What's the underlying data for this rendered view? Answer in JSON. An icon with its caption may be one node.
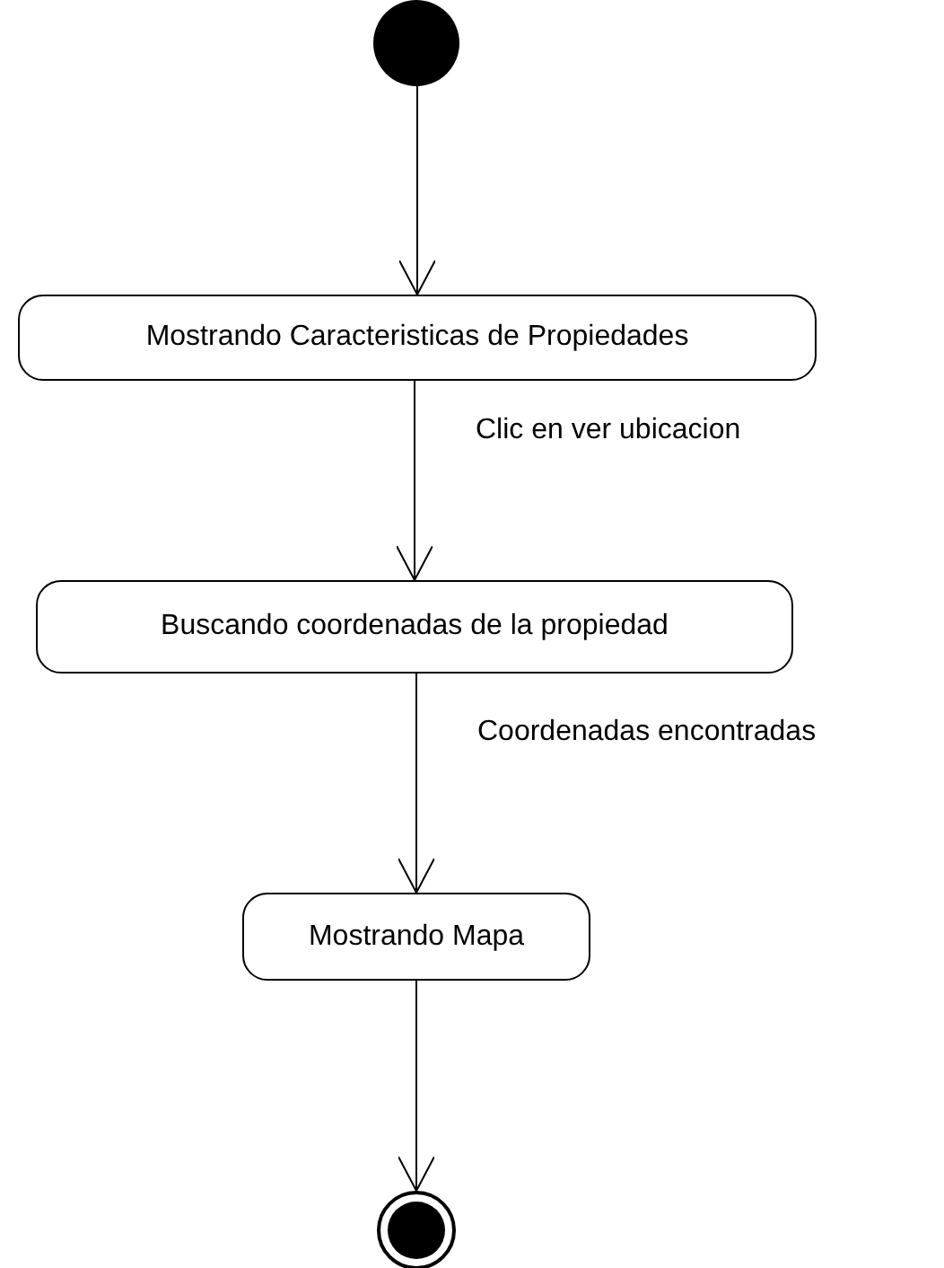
{
  "diagram": {
    "nodes": [
      {
        "text": [],
        "shape": "circle"
      },
      {
        "text": [
          "Mostrando Caracteristicas de Propiedades"
        ]
      },
      {
        "text": [
          "Buscando coordenadas de la propiedad"
        ]
      },
      {
        "text": [
          "Mostrando Mapa"
        ]
      },
      {
        "text": [],
        "shape": "circle"
      }
    ],
    "edges": [
      {
        "from": 0,
        "to": 1,
        "arrow": "to"
      },
      {
        "from": 1,
        "to": 2,
        "arrow": "to",
        "label": "Clic en ver ubicacion"
      },
      {
        "from": 2,
        "to": 3,
        "arrow": "to",
        "label": "Coordenadas encontradas"
      },
      {
        "from": 3,
        "to": 4,
        "arrow": "to"
      }
    ]
  }
}
